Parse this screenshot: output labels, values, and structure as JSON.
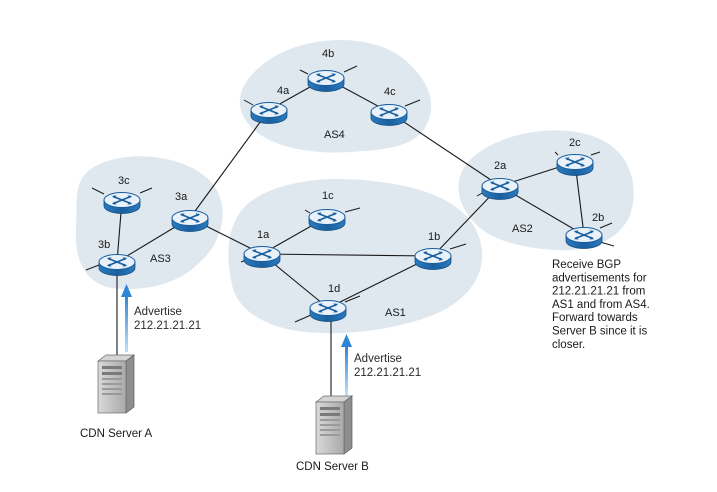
{
  "routers": [
    {
      "id": "1a",
      "label": "1a"
    },
    {
      "id": "1b",
      "label": "1b"
    },
    {
      "id": "1c",
      "label": "1c"
    },
    {
      "id": "1d",
      "label": "1d"
    },
    {
      "id": "2a",
      "label": "2a"
    },
    {
      "id": "2b",
      "label": "2b"
    },
    {
      "id": "2c",
      "label": "2c"
    },
    {
      "id": "3a",
      "label": "3a"
    },
    {
      "id": "3b",
      "label": "3b"
    },
    {
      "id": "3c",
      "label": "3c"
    },
    {
      "id": "4a",
      "label": "4a"
    },
    {
      "id": "4b",
      "label": "4b"
    },
    {
      "id": "4c",
      "label": "4c"
    }
  ],
  "as_labels": {
    "as1": "AS1",
    "as2": "AS2",
    "as3": "AS3",
    "as4": "AS4"
  },
  "servers": {
    "a": "CDN Server A",
    "b": "CDN Server B"
  },
  "advertise": {
    "a": {
      "line1": "Advertise",
      "line2": "212.21.21.21"
    },
    "b": {
      "line1": "Advertise",
      "line2": "212.21.21.21"
    }
  },
  "note_lines": [
    "Receive BGP",
    "advertisements for",
    "212.21.21.21 from",
    "AS1 and from AS4.",
    "Forward towards",
    "Server B since it is",
    "closer."
  ],
  "colors": {
    "cloud": "#dfe7ef",
    "router_top": "#e6f0fb",
    "router_side": "#1f6fb2",
    "arrow": "#3a8fd8"
  }
}
